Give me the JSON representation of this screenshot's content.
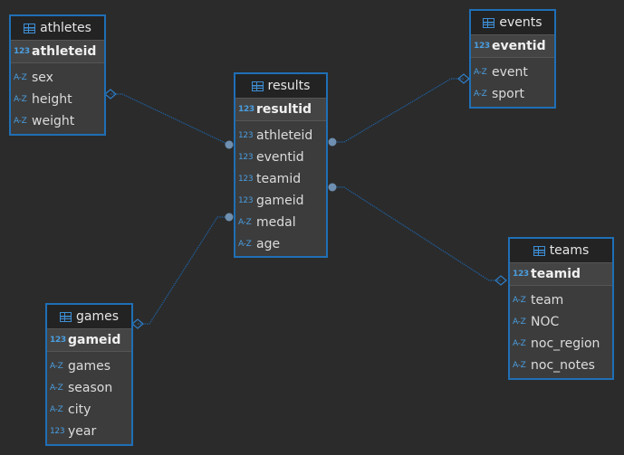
{
  "tables": {
    "athletes": {
      "name": "athletes",
      "pk": {
        "type": "123",
        "name": "athleteid"
      },
      "columns": [
        {
          "type": "A-Z",
          "name": "sex"
        },
        {
          "type": "A-Z",
          "name": "height"
        },
        {
          "type": "A-Z",
          "name": "weight"
        }
      ]
    },
    "results": {
      "name": "results",
      "pk": {
        "type": "123",
        "name": "resultid"
      },
      "columns": [
        {
          "type": "123",
          "name": "athleteid"
        },
        {
          "type": "123",
          "name": "eventid"
        },
        {
          "type": "123",
          "name": "teamid"
        },
        {
          "type": "123",
          "name": "gameid"
        },
        {
          "type": "A-Z",
          "name": "medal"
        },
        {
          "type": "A-Z",
          "name": "age"
        }
      ]
    },
    "events": {
      "name": "events",
      "pk": {
        "type": "123",
        "name": "eventid"
      },
      "columns": [
        {
          "type": "A-Z",
          "name": "event"
        },
        {
          "type": "A-Z",
          "name": "sport"
        }
      ]
    },
    "teams": {
      "name": "teams",
      "pk": {
        "type": "123",
        "name": "teamid"
      },
      "columns": [
        {
          "type": "A-Z",
          "name": "team"
        },
        {
          "type": "A-Z",
          "name": "NOC"
        },
        {
          "type": "A-Z",
          "name": "noc_region"
        },
        {
          "type": "A-Z",
          "name": "noc_notes"
        }
      ]
    },
    "games": {
      "name": "games",
      "pk": {
        "type": "123",
        "name": "gameid"
      },
      "columns": [
        {
          "type": "A-Z",
          "name": "games"
        },
        {
          "type": "A-Z",
          "name": "season"
        },
        {
          "type": "A-Z",
          "name": "city"
        },
        {
          "type": "123",
          "name": "year"
        }
      ]
    }
  },
  "colors": {
    "border": "#1f6fb6",
    "link": "#1f5f9e",
    "background": "#2b2b2b"
  }
}
